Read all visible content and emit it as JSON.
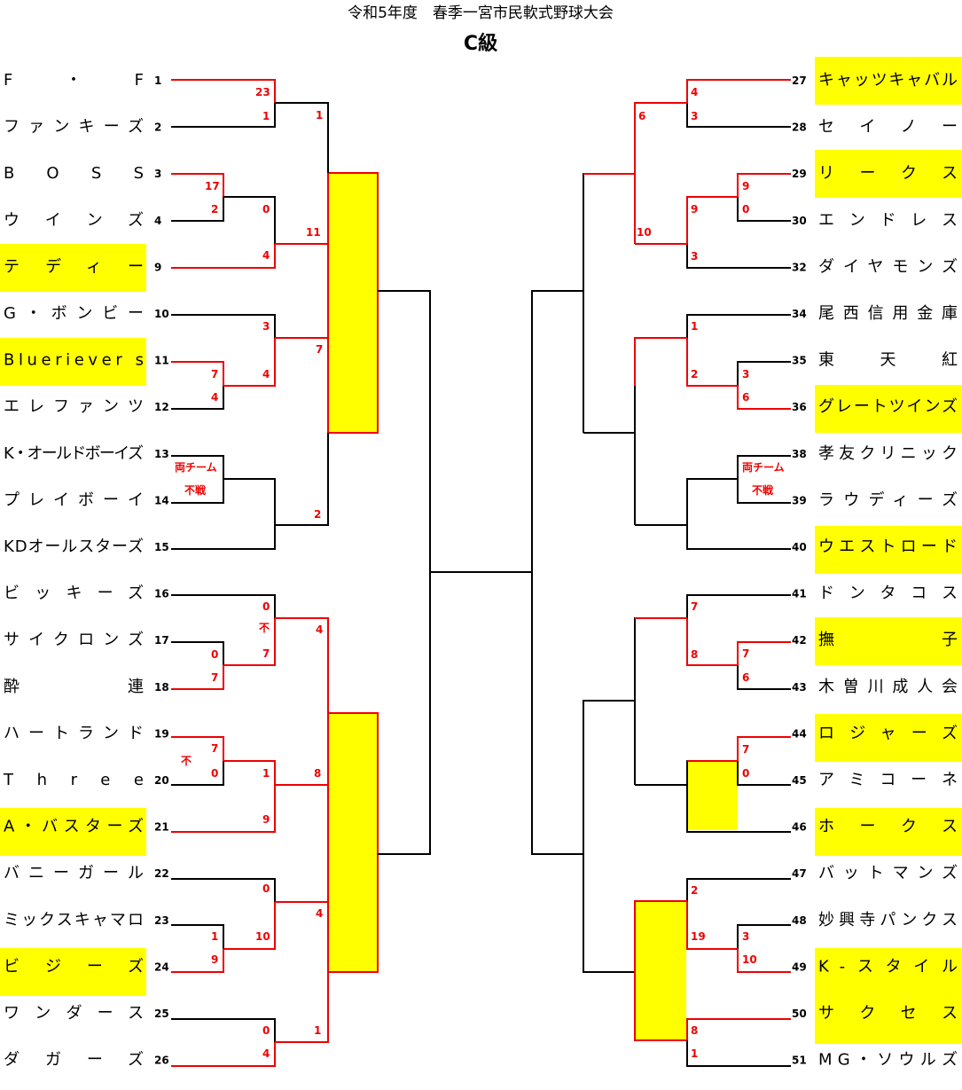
{
  "header": {
    "title": "令和5年度　春季一宮市民軟式野球大会",
    "subtitle": "C級"
  },
  "left": [
    {
      "num": "1",
      "name": "F　・　F",
      "hl": false
    },
    {
      "num": "2",
      "name": "ファンキーズ",
      "hl": false
    },
    {
      "num": "3",
      "name": "BOSS",
      "hl": false
    },
    {
      "num": "4",
      "name": "ウインズ",
      "hl": false
    },
    {
      "num": "9",
      "name": "テディー",
      "hl": true
    },
    {
      "num": "10",
      "name": "G・ボンビー",
      "hl": false
    },
    {
      "num": "11",
      "name": "Blueriever s",
      "hl": true
    },
    {
      "num": "12",
      "name": "エレファンツ",
      "hl": false
    },
    {
      "num": "13",
      "name": "K・オールドボーイズ",
      "hl": false
    },
    {
      "num": "14",
      "name": "プレイボーイ",
      "hl": false
    },
    {
      "num": "15",
      "name": "KDオールスターズ",
      "hl": false
    },
    {
      "num": "16",
      "name": "ビッキーズ",
      "hl": false
    },
    {
      "num": "17",
      "name": "サイクロンズ",
      "hl": false
    },
    {
      "num": "18",
      "name": "酔　　連",
      "hl": false
    },
    {
      "num": "19",
      "name": "ハートランド",
      "hl": false
    },
    {
      "num": "20",
      "name": "Three",
      "hl": false
    },
    {
      "num": "21",
      "name": "A・バスターズ",
      "hl": true
    },
    {
      "num": "22",
      "name": "バニーガール",
      "hl": false
    },
    {
      "num": "23",
      "name": "ミックスキャマロ",
      "hl": false
    },
    {
      "num": "24",
      "name": "ビジーズ",
      "hl": true
    },
    {
      "num": "25",
      "name": "ワンダース",
      "hl": false
    },
    {
      "num": "26",
      "name": "ダガーズ",
      "hl": false
    }
  ],
  "right": [
    {
      "num": "27",
      "name": "キャッツキャバル",
      "hl": true
    },
    {
      "num": "28",
      "name": "セイノー",
      "hl": false
    },
    {
      "num": "29",
      "name": "リークス",
      "hl": true
    },
    {
      "num": "30",
      "name": "エンドレス",
      "hl": false
    },
    {
      "num": "32",
      "name": "ダイヤモンズ",
      "hl": false
    },
    {
      "num": "34",
      "name": "尾西信用金庫",
      "hl": false
    },
    {
      "num": "35",
      "name": "東　天　紅",
      "hl": false
    },
    {
      "num": "36",
      "name": "グレートツインズ",
      "hl": true
    },
    {
      "num": "38",
      "name": "孝友クリニック",
      "hl": false
    },
    {
      "num": "39",
      "name": "ラウディーズ",
      "hl": false
    },
    {
      "num": "40",
      "name": "ウエストロード",
      "hl": true
    },
    {
      "num": "41",
      "name": "ドンタコス",
      "hl": false
    },
    {
      "num": "42",
      "name": "撫　　子",
      "hl": true
    },
    {
      "num": "43",
      "name": "木曽川成人会",
      "hl": false
    },
    {
      "num": "44",
      "name": "ロジャーズ",
      "hl": true
    },
    {
      "num": "45",
      "name": "アミコーネ",
      "hl": false
    },
    {
      "num": "46",
      "name": "ホークス",
      "hl": true
    },
    {
      "num": "47",
      "name": "バットマンズ",
      "hl": false
    },
    {
      "num": "48",
      "name": "妙興寺パンクス",
      "hl": false
    },
    {
      "num": "49",
      "name": "K-スタイル",
      "hl": true
    },
    {
      "num": "50",
      "name": "サクセス",
      "hl": true
    },
    {
      "num": "51",
      "name": "MG・ソウルズ",
      "hl": false
    }
  ],
  "scores": {
    "l1a": "23",
    "l1b": "1",
    "l3a": "17",
    "l3b": "2",
    "l4a": "0",
    "l4b": "4",
    "l10a": "3",
    "l10b": "4",
    "l11a": "7",
    "l11b": "4",
    "l16a": "0",
    "l16n": "不",
    "l17a": "0",
    "l17b": "7",
    "l17c": "7",
    "l19a": "7",
    "l19n": "不",
    "l19b": "0",
    "l20a": "1",
    "l20b": "9",
    "l22a": "0",
    "l23a": "1",
    "l23b": "9",
    "l23c": "10",
    "l25a": "0",
    "l25b": "4",
    "lr2a": "1",
    "lr2b": "11",
    "lr2c": "7",
    "lr2d": "2",
    "lr2e": "4",
    "lr2f": "8",
    "lr2g": "4",
    "lr2h": "1",
    "bye1": "両チーム",
    "bye2": "不戦",
    "r27a": "4",
    "r27b": "3",
    "r27c": "6",
    "r29a": "9",
    "r29b": "0",
    "r30a": "9",
    "r30b": "3",
    "r30c": "10",
    "r34a": "1",
    "r34b": "2",
    "r35a": "3",
    "r35b": "6",
    "bye3": "両チーム",
    "bye4": "不戦",
    "r41a": "7",
    "r41b": "8",
    "r42a": "7",
    "r42b": "6",
    "r44a": "7",
    "r44b": "0",
    "r47a": "2",
    "r47b": "19",
    "r48a": "3",
    "r48b": "10",
    "r50a": "8",
    "r50b": "1"
  }
}
